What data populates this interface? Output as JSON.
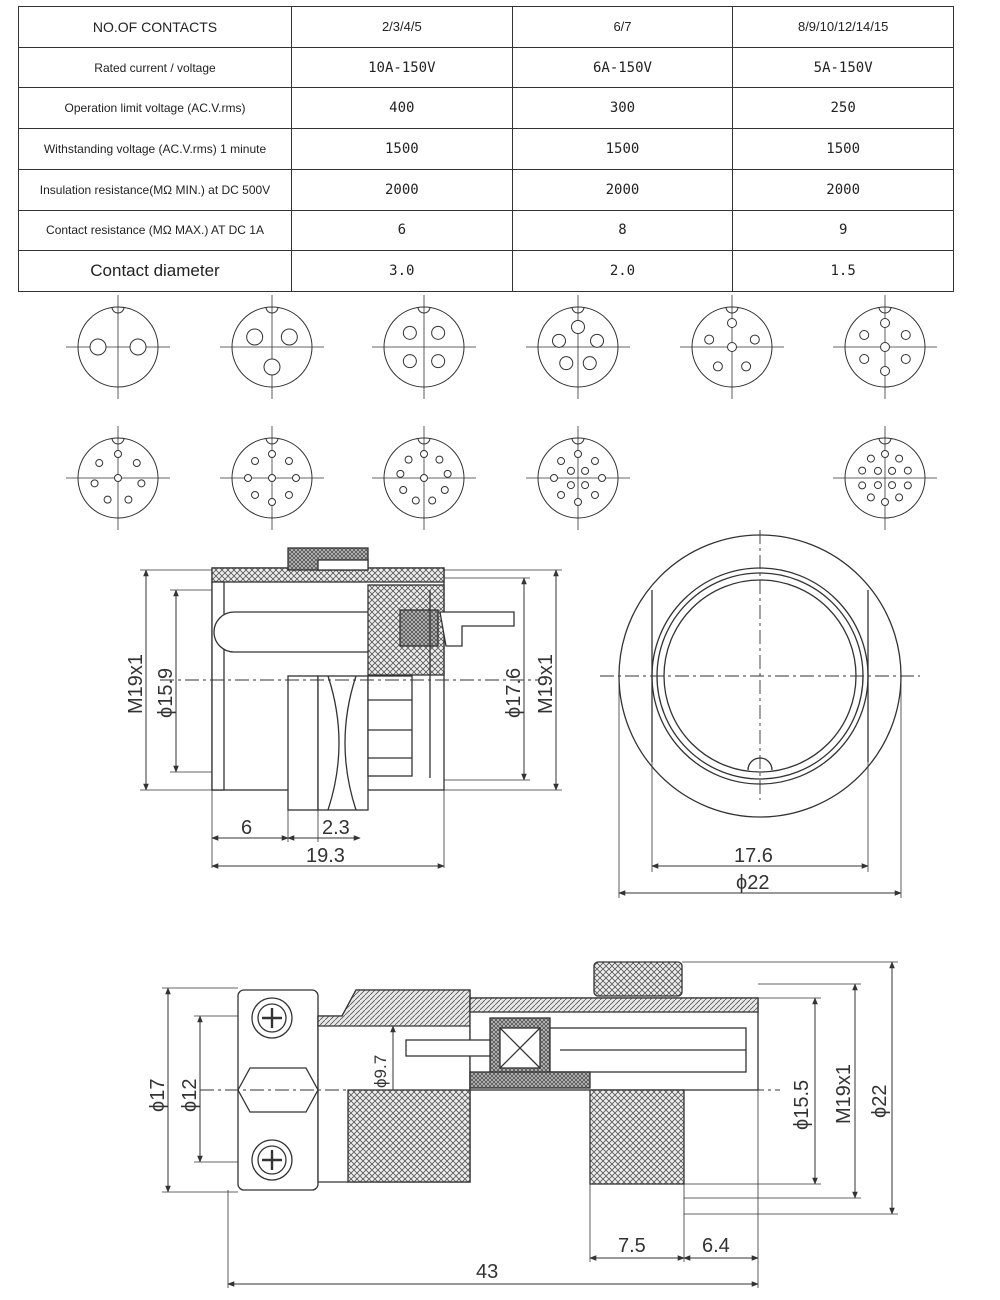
{
  "table": {
    "headers": [
      "NO.OF CONTACTS",
      "2/3/4/5",
      "6/7",
      "8/9/10/12/14/15"
    ],
    "rows": [
      {
        "label": "Rated current / voltage",
        "values": [
          "10A-150V",
          "6A-150V",
          "5A-150V"
        ]
      },
      {
        "label": "Operation limit voltage (AC.V.rms)",
        "values": [
          "400",
          "300",
          "250"
        ]
      },
      {
        "label": "Withstanding voltage (AC.V.rms) 1 minute",
        "values": [
          "1500",
          "1500",
          "1500"
        ]
      },
      {
        "label": "Insulation resistance(MΩ MIN.) at DC 500V",
        "values": [
          "2000",
          "2000",
          "2000"
        ]
      },
      {
        "label": "Contact resistance (MΩ MAX.) AT DC 1A",
        "values": [
          "6",
          "8",
          "9"
        ]
      },
      {
        "label": "Contact diameter",
        "values": [
          "3.0",
          "2.0",
          "1.5"
        ]
      }
    ]
  },
  "pin_layouts": [
    {
      "pins": 2
    },
    {
      "pins": 3
    },
    {
      "pins": 4
    },
    {
      "pins": 5
    },
    {
      "pins": 6
    },
    {
      "pins": 7
    },
    {
      "pins": 8
    },
    {
      "pins": 9
    },
    {
      "pins": 10
    },
    {
      "pins": 12
    },
    {
      "pins": 14
    }
  ],
  "socket_side": {
    "dim_m19_left": "M19x1",
    "dim_15_9": "ϕ15.9",
    "dim_17_6": "ϕ17.6",
    "dim_m19_right": "M19x1",
    "dim_6": "6",
    "dim_2_3": "2.3",
    "dim_19_3": "19.3"
  },
  "socket_front": {
    "dim_17_6": "17.6",
    "dim_22": "ϕ22"
  },
  "plug_side": {
    "dim_17": "ϕ17",
    "dim_12": "ϕ12",
    "dim_9_7": "ϕ9.7",
    "dim_15_5": "ϕ15.5",
    "dim_m19": "M19x1",
    "dim_22": "ϕ22",
    "dim_7_5": "7.5",
    "dim_6_4": "6.4",
    "dim_43": "43"
  },
  "colors": {
    "line": "#333333",
    "hatch": "#555555",
    "background": "#ffffff"
  }
}
